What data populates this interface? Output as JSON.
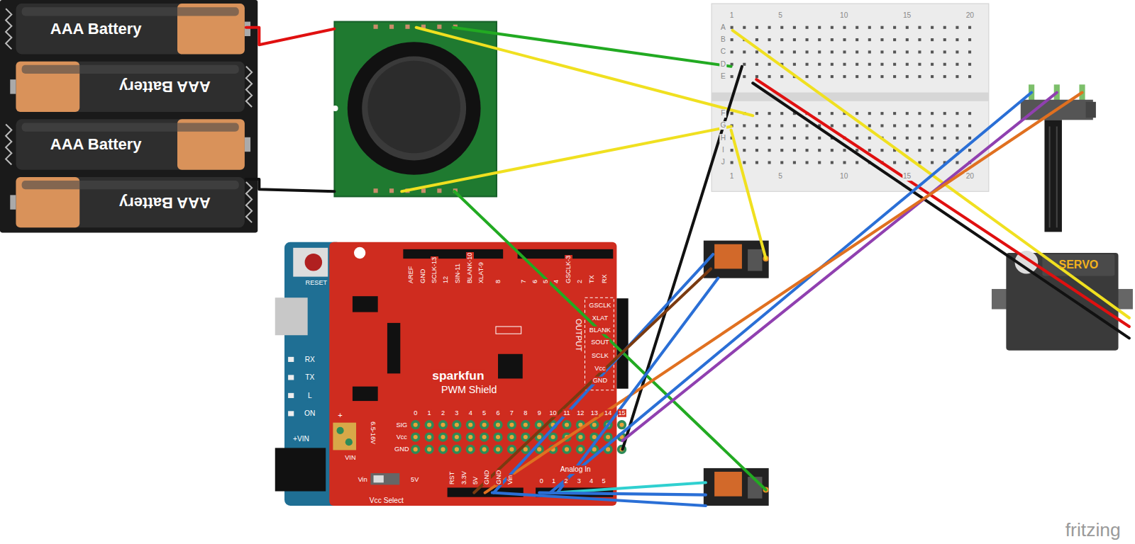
{
  "diagram": {
    "nodes": [
      {
        "text": [
          "AAA Battery"
        ]
      },
      {
        "text": [
          "AAA Battery"
        ]
      },
      {
        "text": [
          "AAA Battery"
        ]
      },
      {
        "text": [
          "AAA Battery"
        ]
      },
      {
        "text": [
          "SERVO"
        ]
      }
    ],
    "labels": [
      "1",
      "5",
      "10",
      "15",
      "20",
      "A",
      "B",
      "C",
      "D",
      "E",
      "F",
      "G",
      "H",
      "I",
      "J",
      "1",
      "5",
      "10",
      "15",
      "20",
      "RESET",
      "RX",
      "TX",
      "L",
      "ON",
      "+VIN",
      "+",
      "6.5-16V",
      "VIN",
      "Vin",
      "5V",
      "Vcc Select",
      "AREF",
      "GND",
      "SCLK-13",
      "12",
      "SIN-11",
      "BLANK-10",
      "XLAT-9",
      "8",
      "7",
      "6",
      "5",
      "4",
      "GSCLK-3",
      "2",
      "TX",
      "RX",
      "GSCLK",
      "XLAT",
      "BLANK",
      "SOUT",
      "SCLK",
      "Vcc",
      "GND",
      "OUTPUT",
      "sparkfun",
      "PWM Shield",
      "SIG",
      "Vcc",
      "GND",
      "0",
      "1",
      "2",
      "3",
      "4",
      "5",
      "6",
      "7",
      "8",
      "9",
      "10",
      "11",
      "12",
      "13",
      "14",
      "15",
      "RST",
      "3.3V",
      "5V",
      "GND",
      "GND",
      "Vin",
      "Analog In",
      "0",
      "1",
      "2",
      "3",
      "4",
      "5",
      "fritzing"
    ]
  }
}
